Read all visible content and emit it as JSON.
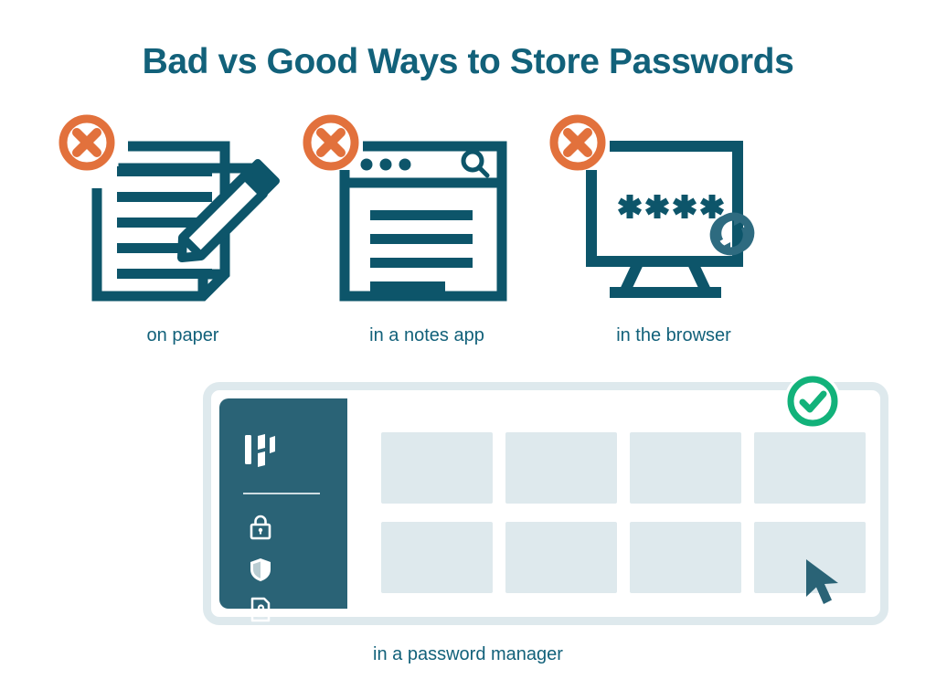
{
  "page": {
    "title": "Bad vs Good Ways to Store Passwords",
    "background_color": "#ffffff",
    "teal": "#12617A",
    "dark_teal": "#0D556A",
    "sidebar_teal": "#2A6376",
    "orange": "#E2713C",
    "green": "#12B27A",
    "tile_blue": "#DEE9ED"
  },
  "bad_options": [
    {
      "id": "paper",
      "label": "on paper",
      "badge": "x-circle-icon",
      "badge_color": "#E2713C",
      "icon": "document-with-pencil-icon",
      "line_count": 5
    },
    {
      "id": "notes",
      "label": "in a notes app",
      "badge": "x-circle-icon",
      "badge_color": "#E2713C",
      "icon": "notes-app-window-icon",
      "titlebar_dots": 3,
      "has_search_icon": true,
      "line_count": 4
    },
    {
      "id": "browser",
      "label": "in the browser",
      "badge": "x-circle-icon",
      "badge_color": "#E2713C",
      "icon": "monitor-with-password-icon",
      "asterisk_count": 4,
      "has_sync_icon": true
    }
  ],
  "good_option": {
    "id": "password-manager",
    "label": "in a password manager",
    "badge": "check-circle-icon",
    "badge_color": "#12B27A",
    "sidebar": {
      "logo": "dashlane-logo-icon",
      "nav_icons": [
        "lock-icon",
        "shield-icon",
        "secure-document-icon"
      ]
    },
    "grid": {
      "columns": 4,
      "rows": 2,
      "tile_count": 8,
      "tile_color": "#DEE9ED"
    },
    "cursor": "mouse-pointer-icon"
  }
}
